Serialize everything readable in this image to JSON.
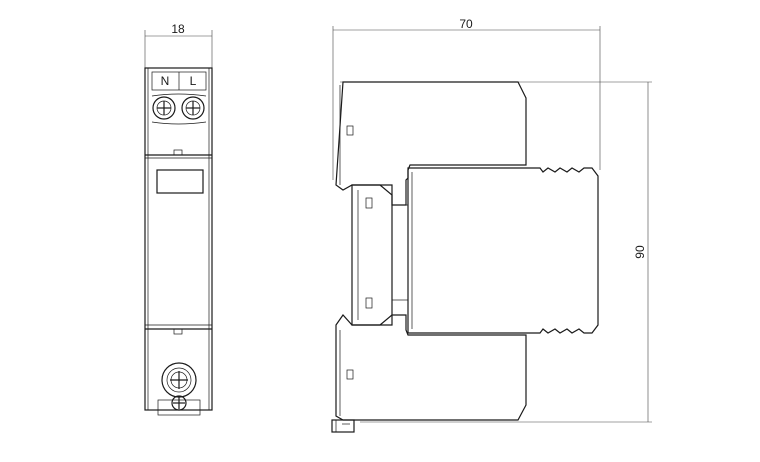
{
  "front_view": {
    "width_dimension": "18",
    "terminal_labels": [
      "N",
      "L"
    ]
  },
  "side_view": {
    "width_dimension": "70",
    "height_dimension": "90"
  }
}
